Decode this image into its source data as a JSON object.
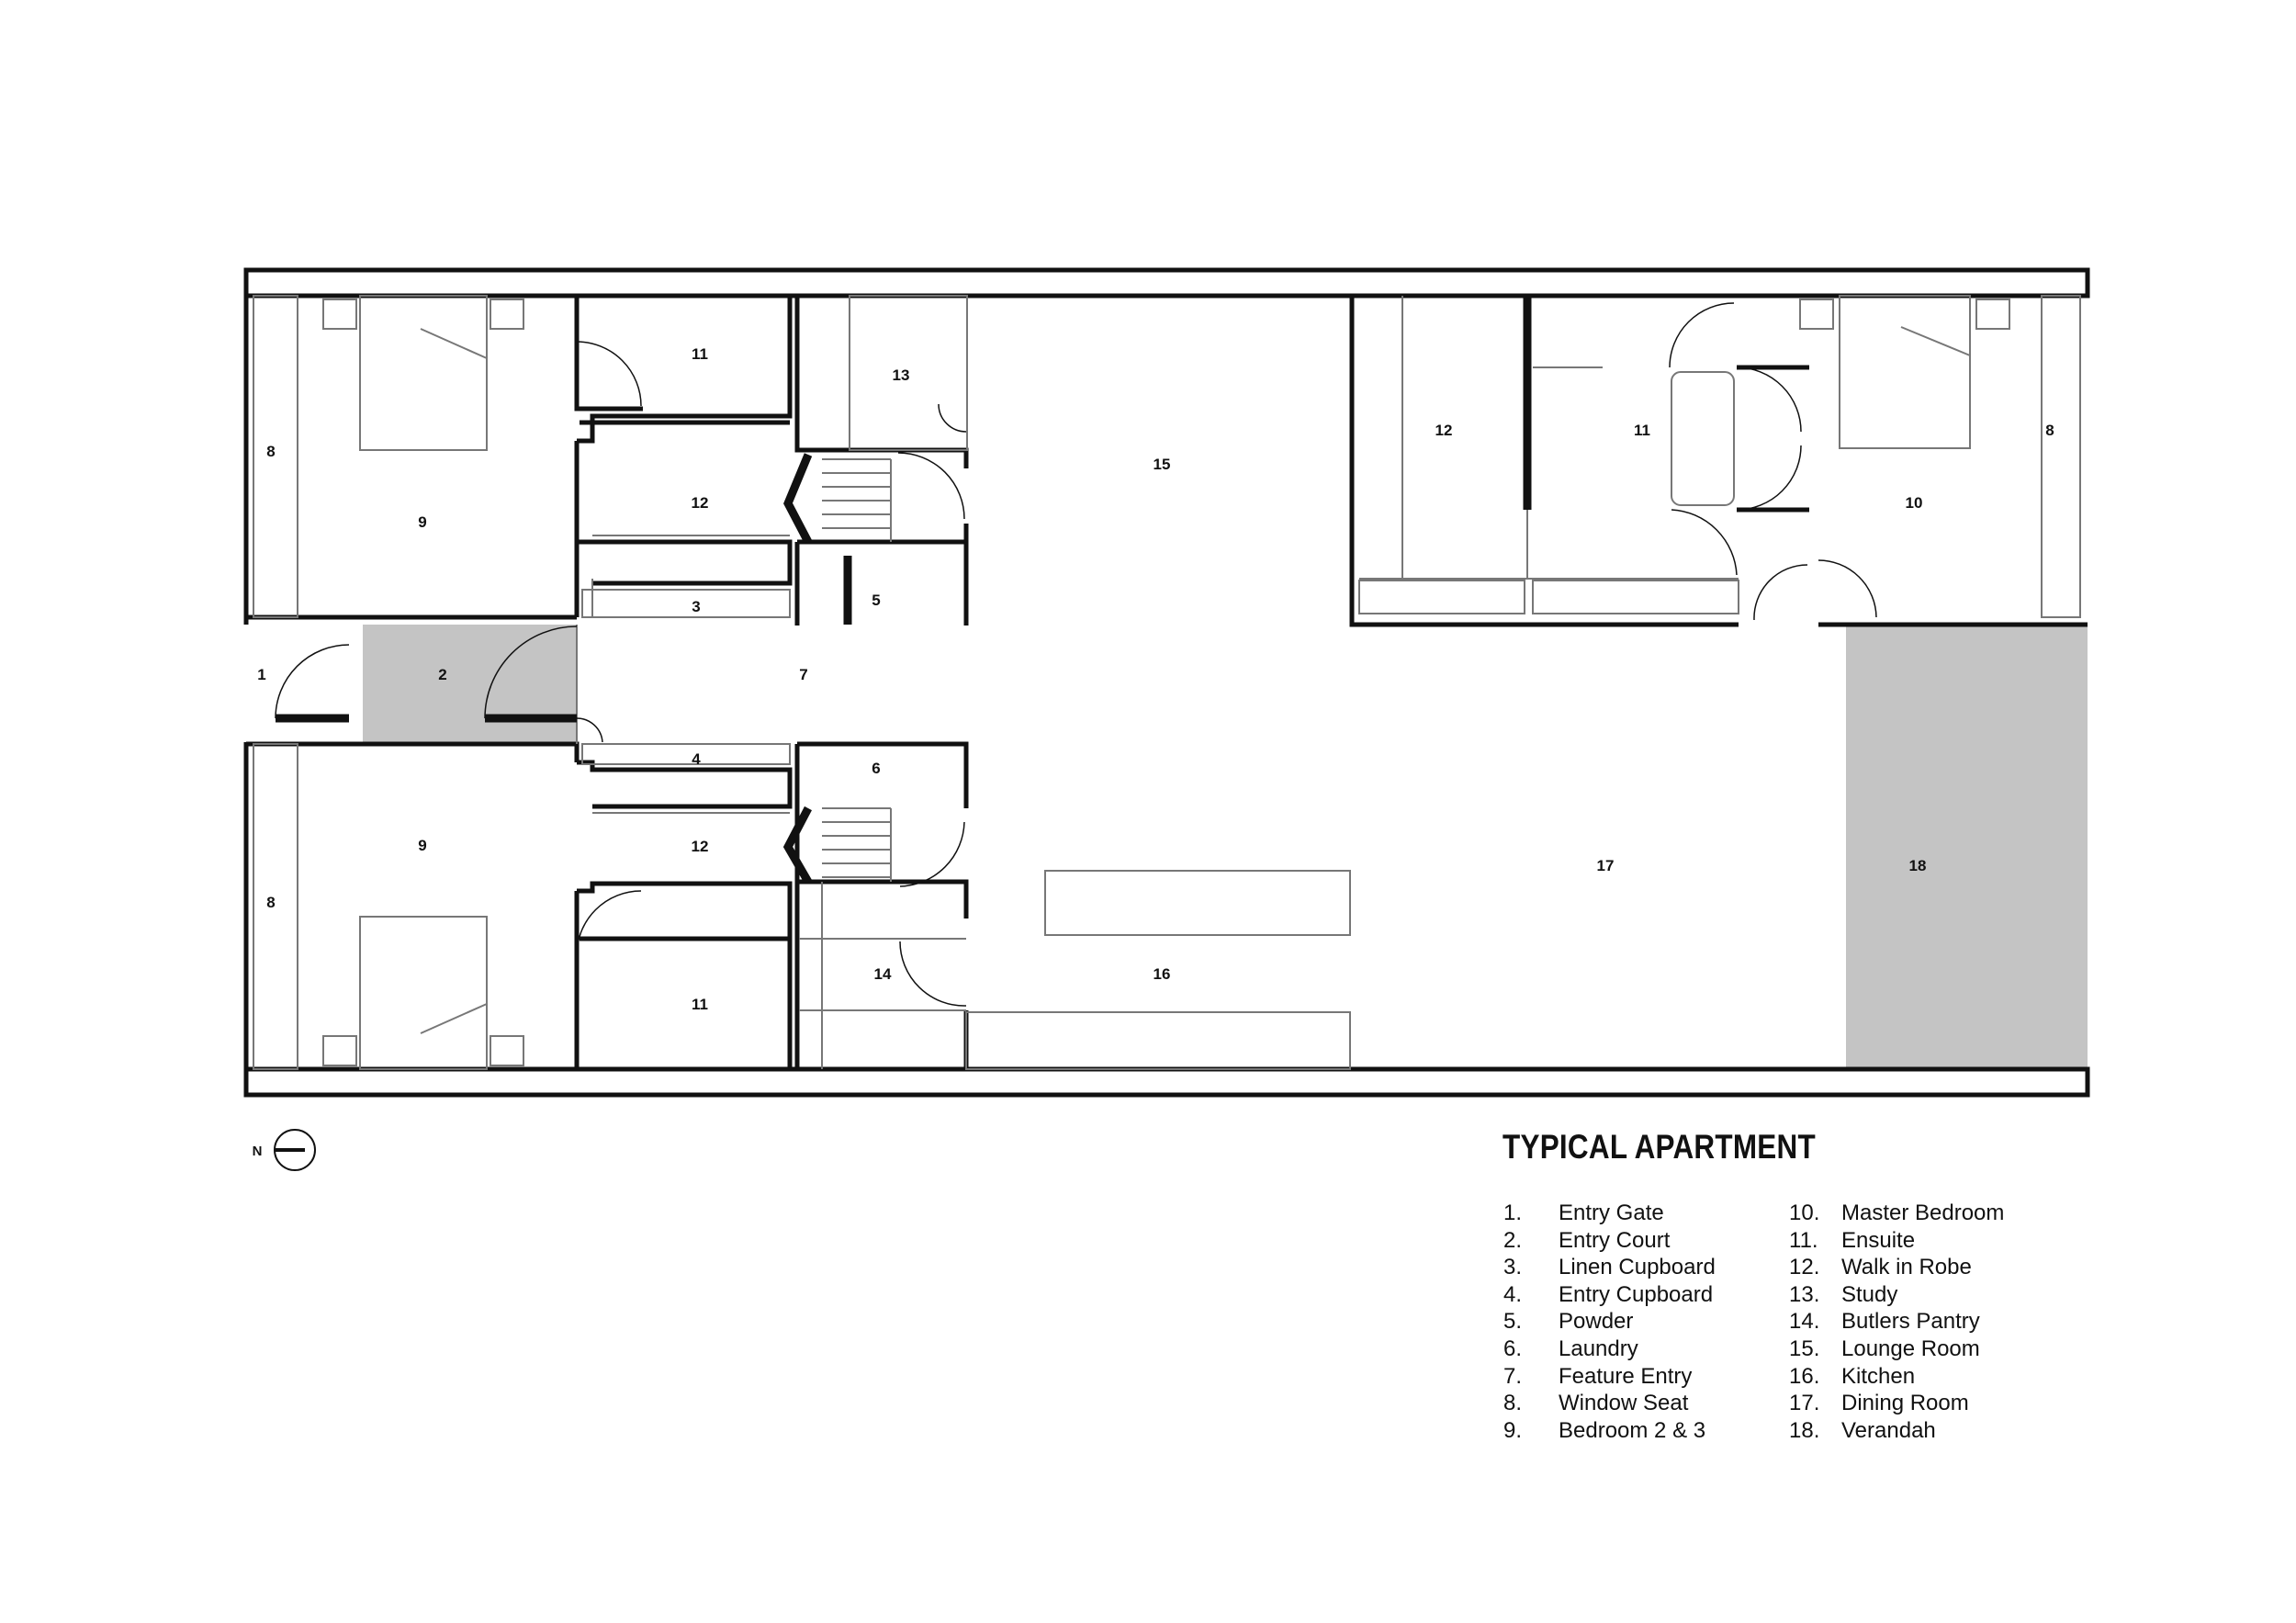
{
  "title": "TYPICAL APARTMENT",
  "compass": {
    "label": "N"
  },
  "room_labels": {
    "r1": "1",
    "r2": "2",
    "r3": "3",
    "r4": "4",
    "r5": "5",
    "r6": "6",
    "r7": "7",
    "r8a": "8",
    "r8b": "8",
    "r8c": "8",
    "r9a": "9",
    "r9b": "9",
    "r10": "10",
    "r11a": "11",
    "r11b": "11",
    "r11c": "11",
    "r12a": "12",
    "r12b": "12",
    "r12c": "12",
    "r13": "13",
    "r14": "14",
    "r15": "15",
    "r16": "16",
    "r17": "17",
    "r18": "18"
  },
  "legend": [
    {
      "num": "1.",
      "name": "Entry Gate"
    },
    {
      "num": "2.",
      "name": "Entry Court"
    },
    {
      "num": "3.",
      "name": "Linen Cupboard"
    },
    {
      "num": "4.",
      "name": "Entry Cupboard"
    },
    {
      "num": "5.",
      "name": "Powder"
    },
    {
      "num": "6.",
      "name": "Laundry"
    },
    {
      "num": "7.",
      "name": "Feature Entry"
    },
    {
      "num": "8.",
      "name": "Window Seat"
    },
    {
      "num": "9.",
      "name": "Bedroom 2 & 3"
    },
    {
      "num": "10.",
      "name": "Master Bedroom"
    },
    {
      "num": "11.",
      "name": "Ensuite"
    },
    {
      "num": "12.",
      "name": "Walk in Robe"
    },
    {
      "num": "13.",
      "name": "Study"
    },
    {
      "num": "14.",
      "name": "Butlers Pantry"
    },
    {
      "num": "15.",
      "name": "Lounge Room"
    },
    {
      "num": "16.",
      "name": "Kitchen"
    },
    {
      "num": "17.",
      "name": "Dining Room"
    },
    {
      "num": "18.",
      "name": "Verandah"
    }
  ],
  "colors": {
    "wall": "#111111",
    "fixture": "#777777",
    "outdoor_fill": "#c4c4c4"
  }
}
